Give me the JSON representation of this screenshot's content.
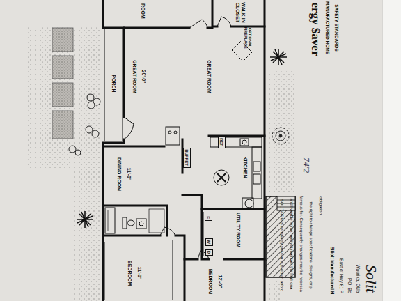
{
  "diagram": {
    "nodes": [
      {
        "text": [
          "ROOM"
        ]
      },
      {
        "text": [
          "WALK IN CLOSET"
        ]
      },
      {
        "text": [
          "OPTIONAL FIREPLACE"
        ]
      },
      {
        "text": [
          "GREAT ROOM",
          "20'-0\"",
          "GREAT ROOM"
        ]
      },
      {
        "text": [
          "PORCH"
        ]
      },
      {
        "text": [
          "BUFFET"
        ]
      },
      {
        "text": [
          "REF"
        ]
      },
      {
        "text": [
          "KITCHEN"
        ]
      },
      {
        "text": [
          "DINING ROOM",
          "11'-0\""
        ]
      },
      {
        "text": [
          "UTILITY ROOM"
        ]
      },
      {
        "text": [
          "F"
        ]
      },
      {
        "text": [
          "W"
        ]
      },
      {
        "text": [
          "D"
        ]
      },
      {
        "text": [
          "BEDROOM",
          "11'-0\""
        ]
      },
      {
        "text": [
          "BEDROOM",
          "12'-0\""
        ]
      }
    ],
    "labels": [
      "74'2",
      "ergy $aver",
      "MANUFACTURED HOME",
      "SAFETY STANDARDS",
      "SOLITAIRE is constantly striving to build an afford",
      "and liveable home, and yet maintain the high qua",
      "famous for. Consequently changes may be necessa",
      "the right to change specifications, designs, or p",
      "obligation.",
      "Elliott Manufactured H",
      "East of Hwy 81 P",
      "P.O. Bo",
      "Waurika, Okla",
      "Solit"
    ]
  }
}
